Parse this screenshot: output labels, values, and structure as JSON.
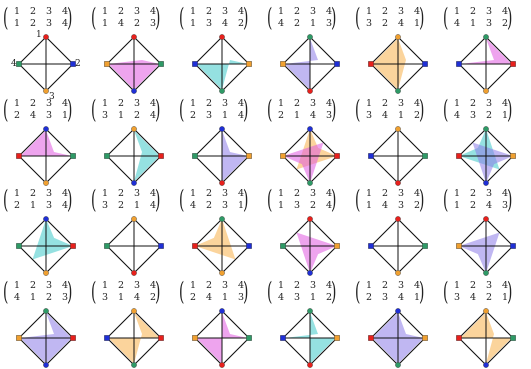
{
  "vertex_labels": [
    "1",
    "2",
    "3",
    "4"
  ],
  "rows": [
    [
      {
        "top": [
          "1",
          "2",
          "3",
          "4"
        ],
        "bottom": [
          "1",
          "2",
          "3",
          "4"
        ]
      },
      {
        "top": [
          "1",
          "2",
          "3",
          "4"
        ],
        "bottom": [
          "1",
          "4",
          "2",
          "3"
        ]
      },
      {
        "top": [
          "1",
          "2",
          "3",
          "4"
        ],
        "bottom": [
          "1",
          "3",
          "4",
          "2"
        ]
      },
      {
        "top": [
          "1",
          "2",
          "3",
          "4"
        ],
        "bottom": [
          "4",
          "2",
          "1",
          "3"
        ]
      },
      {
        "top": [
          "1",
          "2",
          "3",
          "4"
        ],
        "bottom": [
          "3",
          "2",
          "4",
          "1"
        ]
      },
      {
        "top": [
          "1",
          "2",
          "3",
          "4"
        ],
        "bottom": [
          "4",
          "1",
          "3",
          "2"
        ]
      }
    ],
    [
      {
        "top": [
          "1",
          "2",
          "3",
          "4"
        ],
        "bottom": [
          "2",
          "4",
          "3",
          "1"
        ]
      },
      {
        "top": [
          "1",
          "2",
          "3",
          "4"
        ],
        "bottom": [
          "3",
          "1",
          "2",
          "4"
        ]
      },
      {
        "top": [
          "1",
          "2",
          "3",
          "4"
        ],
        "bottom": [
          "2",
          "3",
          "1",
          "4"
        ]
      },
      {
        "top": [
          "1",
          "2",
          "3",
          "4"
        ],
        "bottom": [
          "2",
          "1",
          "4",
          "3"
        ]
      },
      {
        "top": [
          "1",
          "2",
          "3",
          "4"
        ],
        "bottom": [
          "3",
          "4",
          "1",
          "2"
        ]
      },
      {
        "top": [
          "1",
          "2",
          "3",
          "4"
        ],
        "bottom": [
          "4",
          "3",
          "2",
          "1"
        ]
      }
    ],
    [
      {
        "top": [
          "1",
          "2",
          "3",
          "4"
        ],
        "bottom": [
          "2",
          "1",
          "3",
          "4"
        ]
      },
      {
        "top": [
          "1",
          "2",
          "3",
          "4"
        ],
        "bottom": [
          "3",
          "2",
          "1",
          "4"
        ]
      },
      {
        "top": [
          "1",
          "2",
          "3",
          "4"
        ],
        "bottom": [
          "4",
          "2",
          "3",
          "1"
        ]
      },
      {
        "top": [
          "1",
          "2",
          "3",
          "4"
        ],
        "bottom": [
          "1",
          "3",
          "2",
          "4"
        ]
      },
      {
        "top": [
          "1",
          "2",
          "3",
          "4"
        ],
        "bottom": [
          "1",
          "4",
          "3",
          "2"
        ]
      },
      {
        "top": [
          "1",
          "2",
          "3",
          "4"
        ],
        "bottom": [
          "1",
          "2",
          "4",
          "3"
        ]
      }
    ],
    [
      {
        "top": [
          "1",
          "2",
          "3",
          "4"
        ],
        "bottom": [
          "4",
          "1",
          "2",
          "3"
        ]
      },
      {
        "top": [
          "1",
          "2",
          "3",
          "4"
        ],
        "bottom": [
          "3",
          "1",
          "4",
          "2"
        ]
      },
      {
        "top": [
          "1",
          "2",
          "3",
          "4"
        ],
        "bottom": [
          "2",
          "4",
          "1",
          "3"
        ]
      },
      {
        "top": [
          "1",
          "2",
          "3",
          "4"
        ],
        "bottom": [
          "4",
          "3",
          "1",
          "2"
        ]
      },
      {
        "top": [
          "1",
          "2",
          "3",
          "4"
        ],
        "bottom": [
          "2",
          "3",
          "4",
          "1"
        ]
      },
      {
        "top": [
          "1",
          "2",
          "3",
          "4"
        ],
        "bottom": [
          "3",
          "4",
          "2",
          "1"
        ]
      }
    ]
  ],
  "colors": {
    "vertex_1": "#e8201c",
    "vertex_2": "#1f2fd6",
    "vertex_3": "#f0a030",
    "vertex_4": "#2e9a66",
    "fill_orange": "#f7b04a",
    "fill_pink": "#e05ae0",
    "fill_teal": "#3ec9c9",
    "fill_purple": "#8c7ce8",
    "line": "#111111"
  }
}
